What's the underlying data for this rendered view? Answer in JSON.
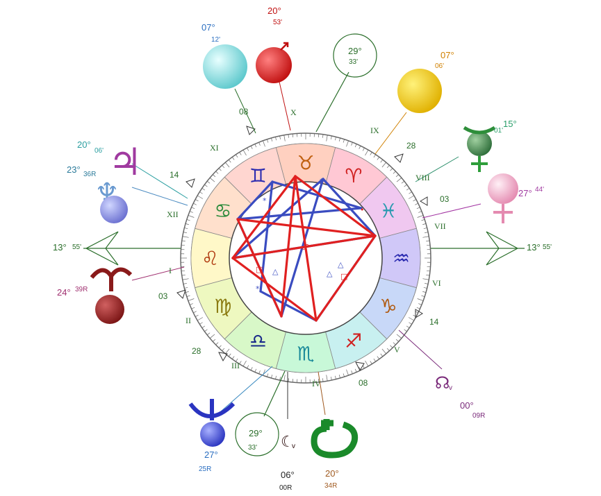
{
  "asc": {
    "deg": "13°",
    "min": "55'"
  },
  "dsc": {
    "deg": "13°",
    "min": "55'"
  },
  "mc": {
    "deg": "29°",
    "min": "33'"
  },
  "ic": {
    "deg": "29°",
    "min": "33'"
  },
  "planets": {
    "moon": {
      "deg": "07°",
      "min": "12'"
    },
    "mars": {
      "deg": "20°",
      "min": "53'"
    },
    "sun": {
      "deg": "07°",
      "min": "06'"
    },
    "mercury": {
      "deg": "15°",
      "min": "01'"
    },
    "venus": {
      "deg": "27°",
      "min": "44'"
    },
    "jupiter": {
      "deg": "20°",
      "min": "06'"
    },
    "neptune": {
      "deg": "23°",
      "min": "36R"
    },
    "uranus": {
      "deg": "24°",
      "min": "39R"
    },
    "pluto": {
      "deg": "27°",
      "min": "25R"
    },
    "lilith": {
      "deg": "06°",
      "min": "00R"
    },
    "saturn": {
      "deg": "20°",
      "min": "34R"
    },
    "node": {
      "deg": "00°",
      "min": "09R"
    }
  },
  "houses": {
    "I": "I",
    "II": "II",
    "III": "III",
    "IV": "IV",
    "V": "V",
    "VI": "VI",
    "VII": "VII",
    "VIII": "VIII",
    "IX": "IX",
    "X": "X",
    "XI": "XI",
    "XII": "XII"
  },
  "cusp_degrees": {
    "c2": "03",
    "c3": "28",
    "c5": "08",
    "c6": "14",
    "c8": "03",
    "c9": "28",
    "c11": "08",
    "c12": "14"
  },
  "signs": [
    "leo",
    "cancer",
    "gemini",
    "taurus",
    "aries",
    "pisces",
    "aquarius",
    "capricorn",
    "sagittarius",
    "scorpio",
    "libra",
    "virgo"
  ],
  "sign_glyphs": [
    "♌",
    "♋",
    "♊",
    "♉",
    "♈",
    "♓",
    "♒",
    "♑",
    "♐",
    "♏",
    "♎",
    "♍"
  ],
  "colors": {
    "aspect_red": "#e02020",
    "aspect_blue": "#3a4cc0",
    "green": "#2a6e2a"
  }
}
